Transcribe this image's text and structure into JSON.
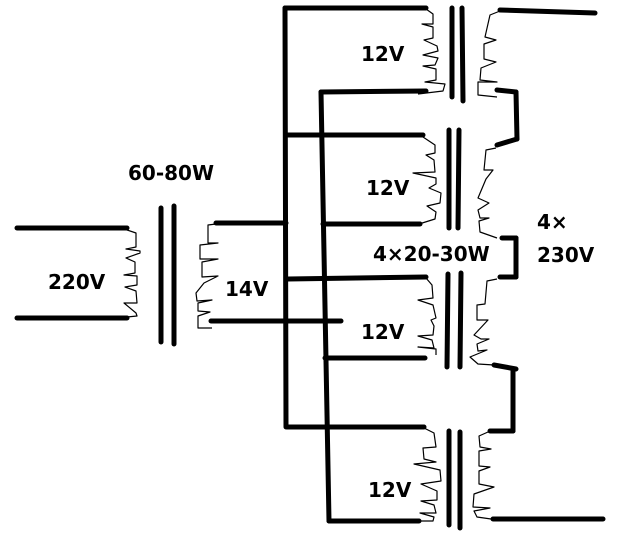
{
  "diagram": {
    "title": "Transformer chain: one mains transformer feeding four step-up transformers in series",
    "labels": {
      "primary_input": "220V",
      "main_transformer_power": "60-80W",
      "main_secondary": "14V",
      "secondary_1": "12V",
      "secondary_2": "12V",
      "secondary_3": "12V",
      "secondary_4": "12V",
      "small_transformers_power": "4×20-30W",
      "output_count": "4×",
      "output_voltage": "230V"
    },
    "components": [
      {
        "id": "T0",
        "role": "main transformer",
        "primary": "220V",
        "secondary": "14V",
        "rating": "60-80W"
      },
      {
        "id": "T1",
        "role": "step-up transformer",
        "low_side": "12V",
        "high_side": "230V",
        "rating": "20-30W"
      },
      {
        "id": "T2",
        "role": "step-up transformer",
        "low_side": "12V",
        "high_side": "230V",
        "rating": "20-30W"
      },
      {
        "id": "T3",
        "role": "step-up transformer",
        "low_side": "12V",
        "high_side": "230V",
        "rating": "20-30W"
      },
      {
        "id": "T4",
        "role": "step-up transformer",
        "low_side": "12V",
        "high_side": "230V",
        "rating": "20-30W"
      }
    ],
    "connections": [
      "T0 14V secondary drives two bus lines feeding all four 12V windings in parallel",
      "T1..T4 high-voltage windings connected in series"
    ]
  }
}
